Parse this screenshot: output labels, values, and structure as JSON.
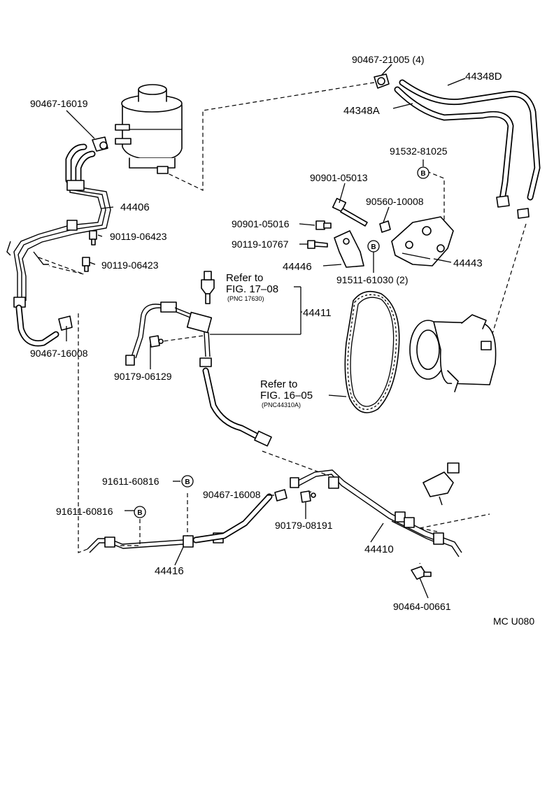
{
  "labels": {
    "p90467_21005": "90467-21005 (4)",
    "p44348D": "44348D",
    "p44348A": "44348A",
    "p90467_16019": "90467-16019",
    "p91532_81025": "91532-81025",
    "p90901_05013": "90901-05013",
    "p44406": "44406",
    "p90560_10008": "90560-10008",
    "p90901_05016": "90901-05016",
    "p90119_06423_a": "90119-06423",
    "p90119_10767": "90119-10767",
    "p90119_06423_b": "90119-06423",
    "p44446": "44446",
    "p44443": "44443",
    "p91511_61030": "91511-61030 (2)",
    "ref1_line1": "Refer to",
    "ref1_line2": "FIG. 17–08",
    "ref1_pnc": "(PNC 17630)",
    "p44411": "44411",
    "p90467_16008_a": "90467-16008",
    "p90179_06129": "90179-06129",
    "ref2_line1": "Refer to",
    "ref2_line2": "FIG. 16–05",
    "ref2_pnc": "(PNC44310A)",
    "p91611_60816_a": "91611-60816",
    "p90467_16008_b": "90467-16008",
    "p91611_60816_b": "91611-60816",
    "p90179_08191": "90179-08191",
    "p44410": "44410",
    "p44416": "44416",
    "p90464_00661": "90464-00661",
    "diagram_code": "MC U080"
  },
  "badges": {
    "b_letter": "B"
  },
  "colors": {
    "ink": "#000000",
    "paper": "#ffffff"
  }
}
